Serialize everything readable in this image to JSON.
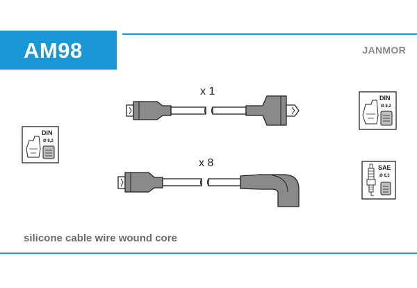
{
  "header": {
    "code": "AM98",
    "brand": "JANMOR"
  },
  "leads": [
    {
      "quantity": "x 1"
    },
    {
      "quantity": "x 8"
    }
  ],
  "connectors": {
    "distributor_left": {
      "standard": "DIN",
      "diameter": "Ø 8,2"
    },
    "distributor_right": {
      "standard": "DIN",
      "diameter": "Ø 8,2"
    },
    "spark_plug": {
      "standard": "SAE",
      "diameter": "Ø 6,3"
    }
  },
  "footer": {
    "description": "silicone cable wire wound core"
  },
  "colors": {
    "accent": "#1a97d5",
    "boot_fill": "#8a8a8a",
    "text_muted": "#6b6b6b"
  }
}
